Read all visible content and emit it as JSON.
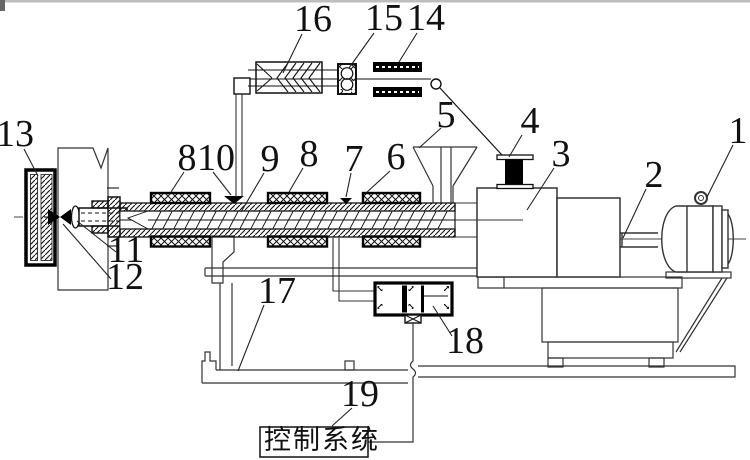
{
  "figure": {
    "type": "patent-style engineering diagram of a screw extruder line with control system",
    "background": "#ffffff",
    "ink": "#111111",
    "control_box": {
      "text": "控制系统"
    },
    "labels": {
      "l1": "1",
      "l2": "2",
      "l3": "3",
      "l4": "4",
      "l5": "5",
      "l6": "6",
      "l7": "7",
      "l8a": "8",
      "l8b": "8",
      "l9": "9",
      "l10": "10",
      "l11": "11",
      "l12": "12",
      "l13": "13",
      "l14": "14",
      "l15": "15",
      "l16": "16",
      "l17": "17",
      "l18": "18",
      "l19": "19"
    }
  }
}
